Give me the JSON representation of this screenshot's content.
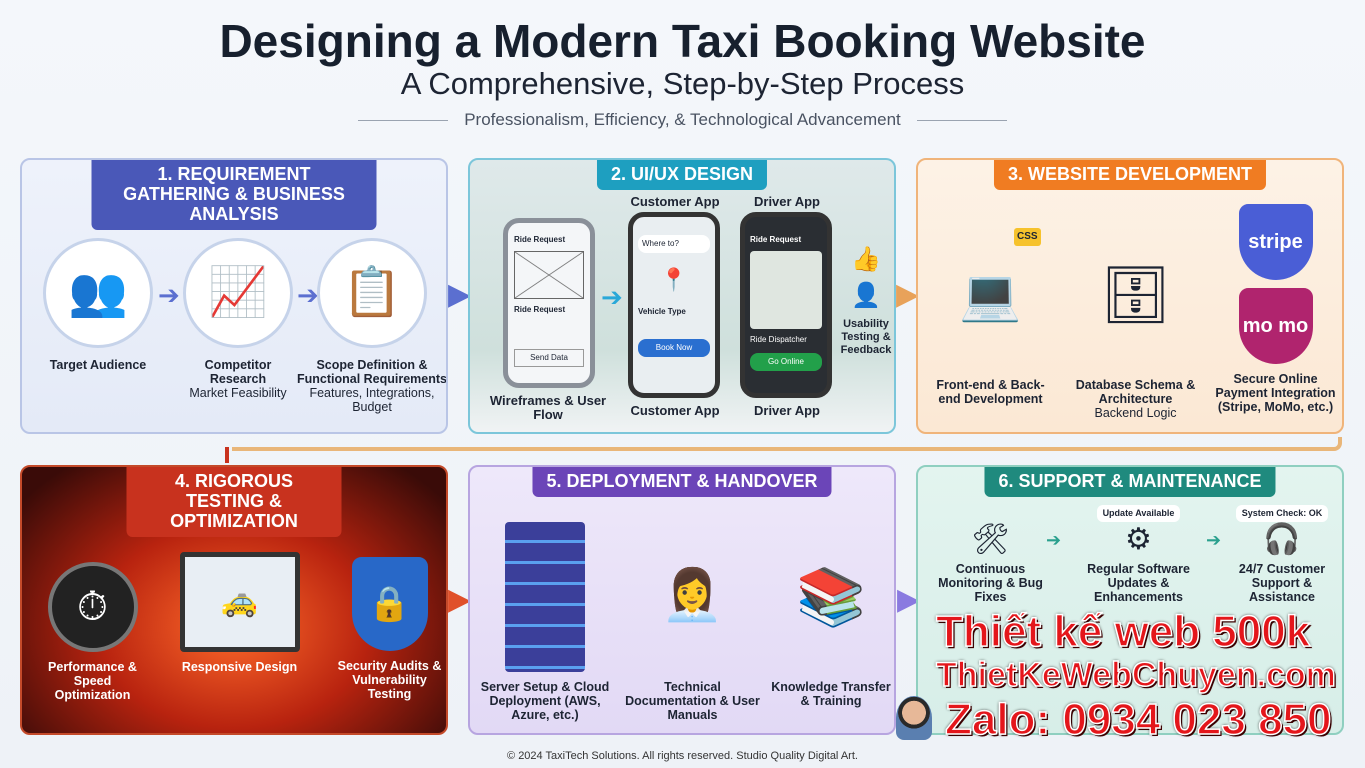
{
  "header": {
    "title": "Designing a Modern Taxi Booking Website",
    "subtitle": "A Comprehensive, Step-by-Step Process",
    "tagline": "Professionalism, Efficiency, & Technological Advancement"
  },
  "panels": [
    {
      "title": "1. REQUIREMENT GATHERING & BUSINESS ANALYSIS",
      "color": "#4a58b8",
      "items": [
        {
          "label": "Target Audience",
          "sub": ""
        },
        {
          "label": "Competitor Research",
          "sub": "Market Feasibility"
        },
        {
          "label": "Scope Definition & Functional Requirements",
          "sub": "Features, Integrations, Budget"
        }
      ]
    },
    {
      "title": "2. UI/UX DESIGN",
      "color": "#1e9fc0",
      "items": [
        {
          "label": "Wireframes & User Flow"
        },
        {
          "label": "Customer App",
          "top": "Customer App"
        },
        {
          "label": "Driver App",
          "top": "Driver App"
        },
        {
          "label": "Usability Testing & Feedback"
        }
      ],
      "screens": {
        "wire_title": "Ride Request",
        "wire_sub": "Ride Request",
        "wire_btn": "Send Data",
        "cust_search": "Where to?",
        "cust_section": "Vehicle Type",
        "cust_btn": "Book Now",
        "drv_title": "Ride Request",
        "drv_status": "Ride Dispatcher",
        "drv_btn": "Go Online"
      }
    },
    {
      "title": "3. WEBSITE DEVELOPMENT",
      "color": "#f07c22",
      "items": [
        {
          "label": "Front-end & Back-end Development",
          "sub": ""
        },
        {
          "label": "Database Schema & Architecture",
          "sub": "Backend Logic"
        },
        {
          "label": "Secure Online Payment Integration (Stripe, MoMo, etc.)",
          "sub": ""
        }
      ],
      "badges": [
        "CSS",
        "stripe",
        "mo mo"
      ]
    },
    {
      "title": "4. RIGOROUS TESTING & OPTIMIZATION",
      "color": "#c8321e",
      "items": [
        {
          "label": "Performance & Speed Optimization"
        },
        {
          "label": "Responsive Design"
        },
        {
          "label": "Security Audits & Vulnerability Testing"
        }
      ]
    },
    {
      "title": "5. DEPLOYMENT & HANDOVER",
      "color": "#6b45b8",
      "items": [
        {
          "label": "Server Setup & Cloud Deployment (AWS, Azure, etc.)"
        },
        {
          "label": "Technical Documentation & User Manuals"
        },
        {
          "label": "Knowledge Transfer & Training"
        }
      ]
    },
    {
      "title": "6. SUPPORT & MAINTENANCE",
      "color": "#1f8a7e",
      "items": [
        {
          "label": "Continuous Monitoring & Bug Fixes"
        },
        {
          "label": "Regular Software Updates & Enhancements"
        },
        {
          "label": "24/7 Customer Support & Assistance"
        }
      ],
      "bubbles": [
        "Update Available",
        "System Check: OK"
      ]
    }
  ],
  "footer": "© 2024 TaxiTech Solutions. All rights reserved. Studio Quality Digital Art.",
  "watermark": {
    "line1": "Thiết kế web 500k",
    "line2": "ThietKeWebChuyen.com",
    "line3": "Zalo: 0934 023 850"
  }
}
